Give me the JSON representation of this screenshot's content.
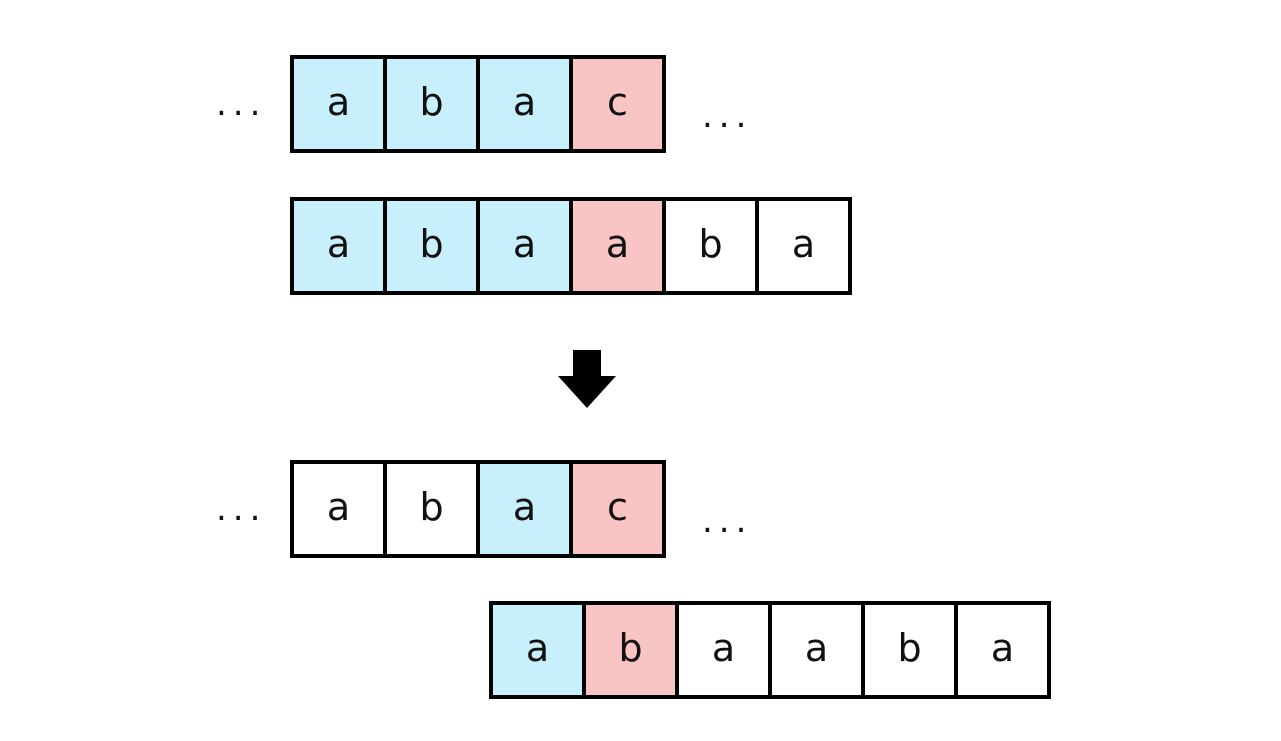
{
  "colors": {
    "match": "#c8f0fc",
    "mismatch": "#f8c4c4",
    "plain": "#ffffff"
  },
  "ellipsis": "...",
  "rows": [
    {
      "cells": [
        {
          "char": "a",
          "state": "match"
        },
        {
          "char": "b",
          "state": "match"
        },
        {
          "char": "a",
          "state": "match"
        },
        {
          "char": "c",
          "state": "mismatch"
        }
      ]
    },
    {
      "cells": [
        {
          "char": "a",
          "state": "match"
        },
        {
          "char": "b",
          "state": "match"
        },
        {
          "char": "a",
          "state": "match"
        },
        {
          "char": "a",
          "state": "mismatch"
        },
        {
          "char": "b",
          "state": "plain"
        },
        {
          "char": "a",
          "state": "plain"
        }
      ]
    },
    {
      "cells": [
        {
          "char": "a",
          "state": "plain"
        },
        {
          "char": "b",
          "state": "plain"
        },
        {
          "char": "a",
          "state": "match"
        },
        {
          "char": "c",
          "state": "mismatch"
        }
      ]
    },
    {
      "cells": [
        {
          "char": "a",
          "state": "match"
        },
        {
          "char": "b",
          "state": "mismatch"
        },
        {
          "char": "a",
          "state": "plain"
        },
        {
          "char": "a",
          "state": "plain"
        },
        {
          "char": "b",
          "state": "plain"
        },
        {
          "char": "a",
          "state": "plain"
        }
      ]
    }
  ],
  "arrow_icon": "down-arrow-icon"
}
